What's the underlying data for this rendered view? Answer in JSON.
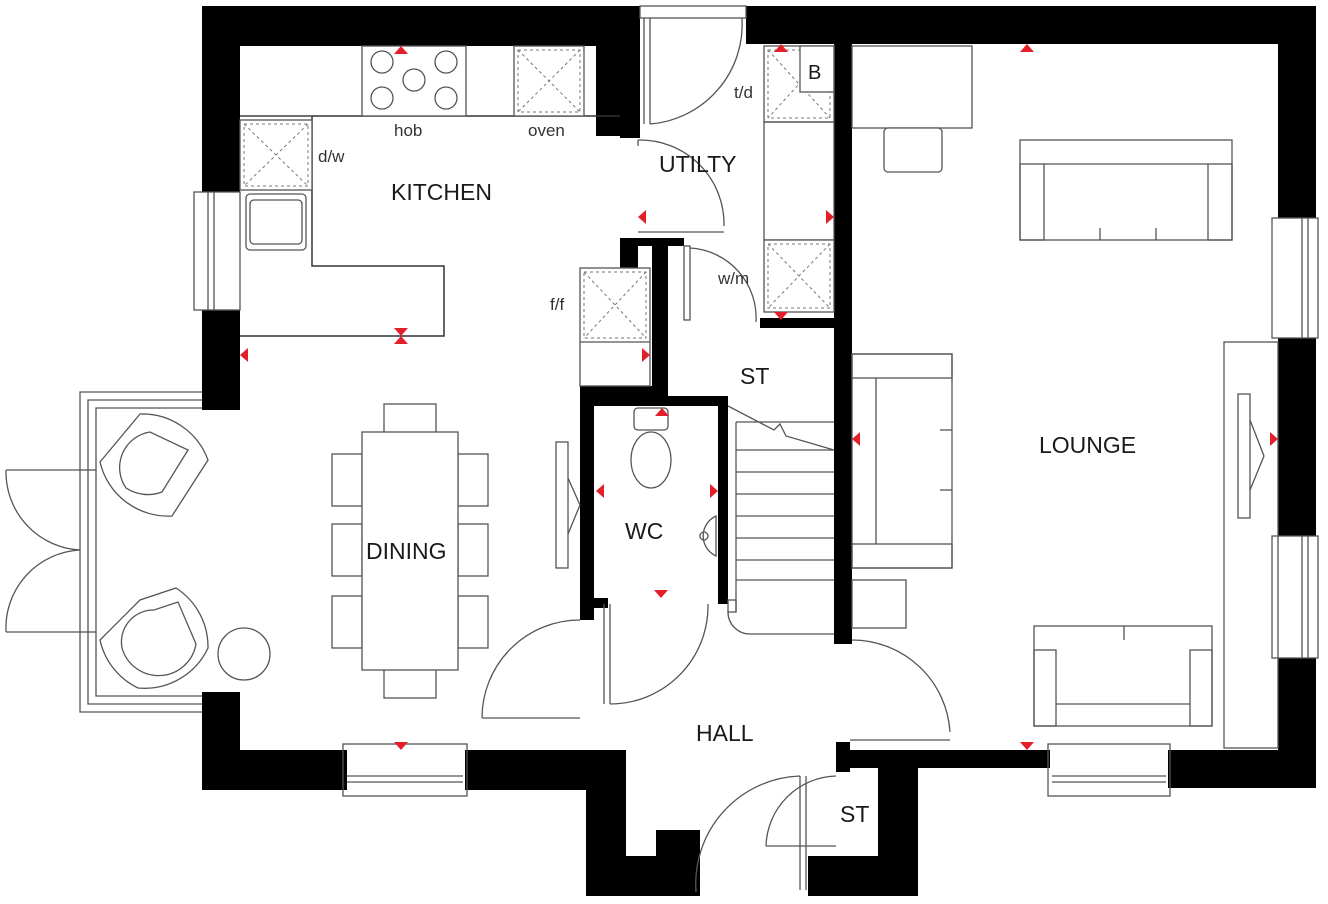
{
  "rooms": {
    "kitchen": "KITCHEN",
    "utility": "UTILTY",
    "dining": "DINING",
    "wc": "WC",
    "st_upper": "ST",
    "lounge": "LOUNGE",
    "hall": "HALL",
    "st_lower": "ST"
  },
  "appliances": {
    "hob": "hob",
    "oven": "oven",
    "dishwasher": "d/w",
    "tumble_dryer": "t/d",
    "boiler": "B",
    "washing_machine": "w/m",
    "fridge_freezer": "f/f"
  },
  "colors": {
    "wall": "#000000",
    "marker": "#e3202a",
    "line": "#555555",
    "background": "#ffffff"
  }
}
